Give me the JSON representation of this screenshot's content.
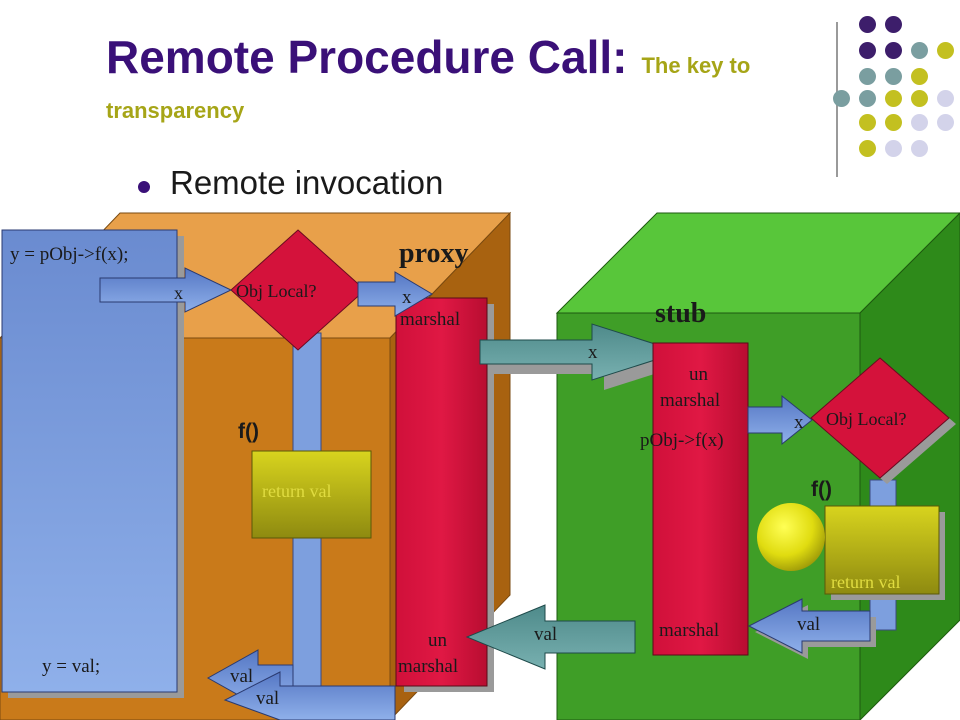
{
  "slide": {
    "title": "Remote Procedure Call:",
    "subtitle_part1": "The key to",
    "subtitle_part2": "transparency",
    "bullet": "Remote  invocation"
  },
  "colors": {
    "title": "#3a1078",
    "subtitle": "#a6a517",
    "proxy_box": "#c97a1a",
    "stub_box": "#3f9e27",
    "client_panel": "#7d9fde",
    "red_bar": "#d4123b",
    "olive": "#c8c41b",
    "teal_arrow": "#5e9898",
    "dots_purple": "#3d1e6b",
    "dots_teal": "#7a9ea0",
    "dots_olive": "#c3c020",
    "dots_lavender": "#d3d3ea"
  },
  "client": {
    "call": "y =  pObj->f(x);",
    "result": "y = val;"
  },
  "proxy": {
    "label": "proxy",
    "decision": "Obj Local?",
    "func": "f()",
    "return": "return val",
    "marshal_x": "x",
    "marshal": "marshal",
    "unmarshal_1": "un",
    "unmarshal_2": "marshal",
    "arrow_x_in": "x",
    "arrow_val_1": "val",
    "arrow_val_2": "val"
  },
  "network": {
    "request": "x",
    "response": "val"
  },
  "stub": {
    "label": "stub",
    "unmarshal_1": "un",
    "unmarshal_2": "marshal",
    "call": "pObj->f(x)",
    "marshal": "marshal",
    "arrow_x": "x",
    "decision": "Obj Local?",
    "func": "f()",
    "return": "return val",
    "arrow_val": "val"
  },
  "icons": [
    "decoration-dot-grid",
    "object-sphere-icon"
  ]
}
